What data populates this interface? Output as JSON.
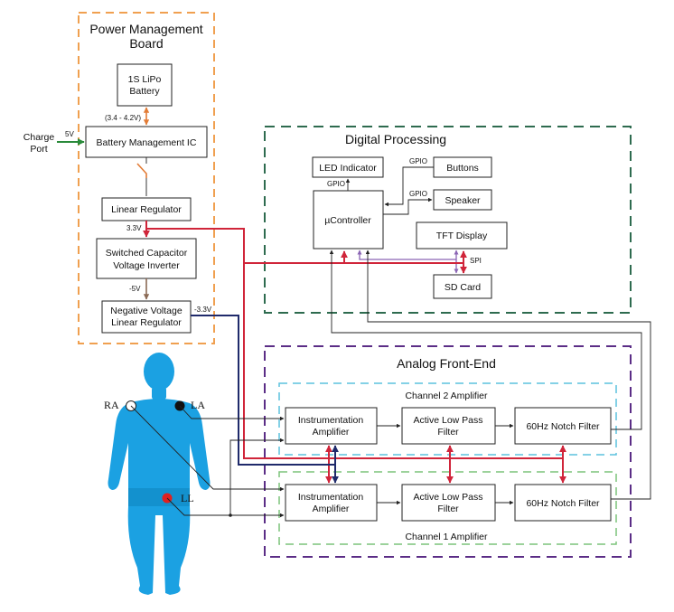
{
  "colors": {
    "power_border": "#f0a050",
    "digital_border": "#2e6b4f",
    "analog_border": "#5b2d86",
    "channel2_border": "#5cc2de",
    "channel1_border": "#7cc47a",
    "body": "#1ba1e2",
    "red_line": "#d0253a",
    "navy_line": "#1f2a6b",
    "electrode_black": "#111111",
    "electrode_red": "#e02020",
    "electrode_white": "#ffffff"
  },
  "groups": {
    "power": {
      "title_line1": "Power Management",
      "title_line2": "Board"
    },
    "digital": {
      "title": "Digital Processing"
    },
    "analog": {
      "title": "Analog Front-End"
    },
    "channel2": {
      "title": "Channel 2 Amplifier"
    },
    "channel1": {
      "title": "Channel 1 Amplifier"
    }
  },
  "blocks": {
    "battery": {
      "line1": "1S LiPo",
      "line2": "Battery"
    },
    "bms": {
      "label": "Battery Management IC"
    },
    "linear_regulator": {
      "label": "Linear Regulator"
    },
    "inverter": {
      "line1": "Switched Capacitor",
      "line2": "Voltage Inverter"
    },
    "neg_regulator": {
      "line1": "Negative Voltage",
      "line2": "Linear Regulator"
    },
    "led": {
      "label": "LED Indicator"
    },
    "buttons": {
      "label": "Buttons"
    },
    "speaker": {
      "label": "Speaker"
    },
    "mcu": {
      "label": "µController"
    },
    "tft": {
      "label": "TFT Display"
    },
    "sd": {
      "label": "SD Card"
    },
    "ia2": {
      "line1": "Instrumentation",
      "line2": "Amplifier"
    },
    "lpf2": {
      "line1": "Active Low Pass",
      "line2": "Filter"
    },
    "notch2": {
      "label": "60Hz Notch Filter"
    },
    "ia1": {
      "line1": "Instrumentation",
      "line2": "Amplifier"
    },
    "lpf1": {
      "line1": "Active Low Pass",
      "line2": "Filter"
    },
    "notch1": {
      "label": "60Hz Notch Filter"
    }
  },
  "labels": {
    "charge_port_line1": "Charge",
    "charge_port_line2": "Port",
    "charge_voltage": "5V",
    "battery_range": "(3.4 - 4.2V)",
    "v_pos": "3.3V",
    "v_neg5": "-5V",
    "v_neg33": "-3.3V",
    "gpio_led": "GPIO",
    "gpio_buttons": "GPIO",
    "gpio_speaker": "GPIO",
    "spi": "SPI"
  },
  "electrodes": {
    "ra": "RA",
    "la": "LA",
    "ll": "LL"
  }
}
